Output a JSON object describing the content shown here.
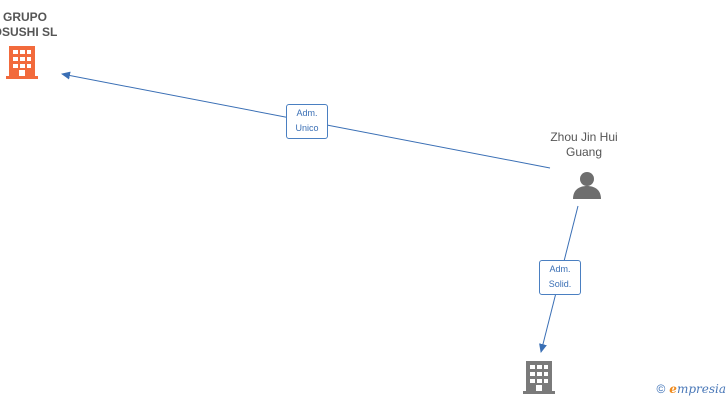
{
  "nodes": {
    "company_main": {
      "line1": "GRUPO",
      "line2": "OSUSHI  SL",
      "icon": "building-icon",
      "color": "#f26a3c"
    },
    "person": {
      "line1": "Zhou Jin Hui",
      "line2": "Guang",
      "icon": "person-icon",
      "color": "#6e6e6e"
    },
    "company_bottom": {
      "icon": "building-icon",
      "color": "#7a7a7a"
    }
  },
  "edges": [
    {
      "line1": "Adm.",
      "line2": "Unico"
    },
    {
      "line1": "Adm.",
      "line2": "Solid."
    }
  ],
  "colors": {
    "edge": "#3a6fb5"
  },
  "watermark": {
    "copyright": "©",
    "brand_e": "e",
    "brand_rest": "mpresia"
  }
}
